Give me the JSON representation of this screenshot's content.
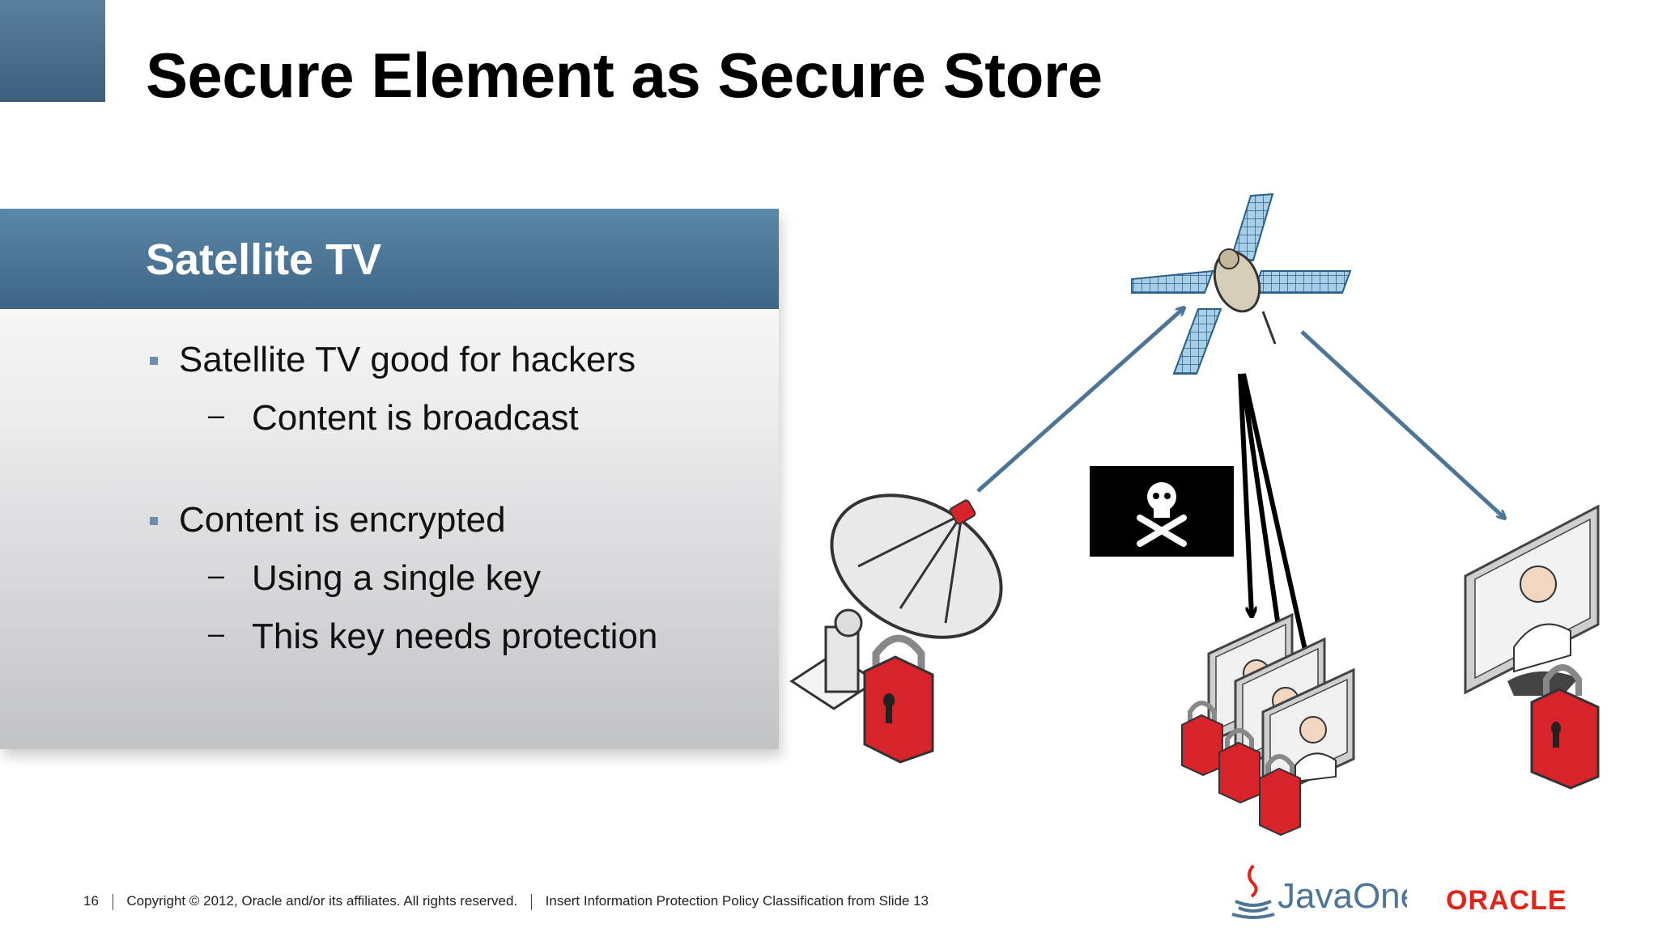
{
  "slide": {
    "title": "Secure Element as Secure Store",
    "page_number": "16"
  },
  "panel": {
    "heading": "Satellite TV",
    "bullets": [
      {
        "text": "Satellite TV good for hackers",
        "subs": [
          "Content is broadcast"
        ]
      },
      {
        "text": "Content is encrypted",
        "subs": [
          "Using a single key",
          "This key needs protection"
        ]
      }
    ]
  },
  "footer": {
    "copyright": "Copyright © 2012, Oracle and/or its affiliates. All rights reserved.",
    "classification": "Insert Information Protection Policy Classification from Slide 13"
  },
  "logos": {
    "java": "JavaOne",
    "oracle": "ORACLE"
  },
  "colors": {
    "accent_blue": "#4d7596",
    "lock_red": "#d8232a",
    "oracle_red": "#e2231a"
  },
  "icons": [
    "satellite-icon",
    "satellite-dish-icon",
    "pirate-flag-icon",
    "tv-screen-icon",
    "padlock-icon"
  ]
}
